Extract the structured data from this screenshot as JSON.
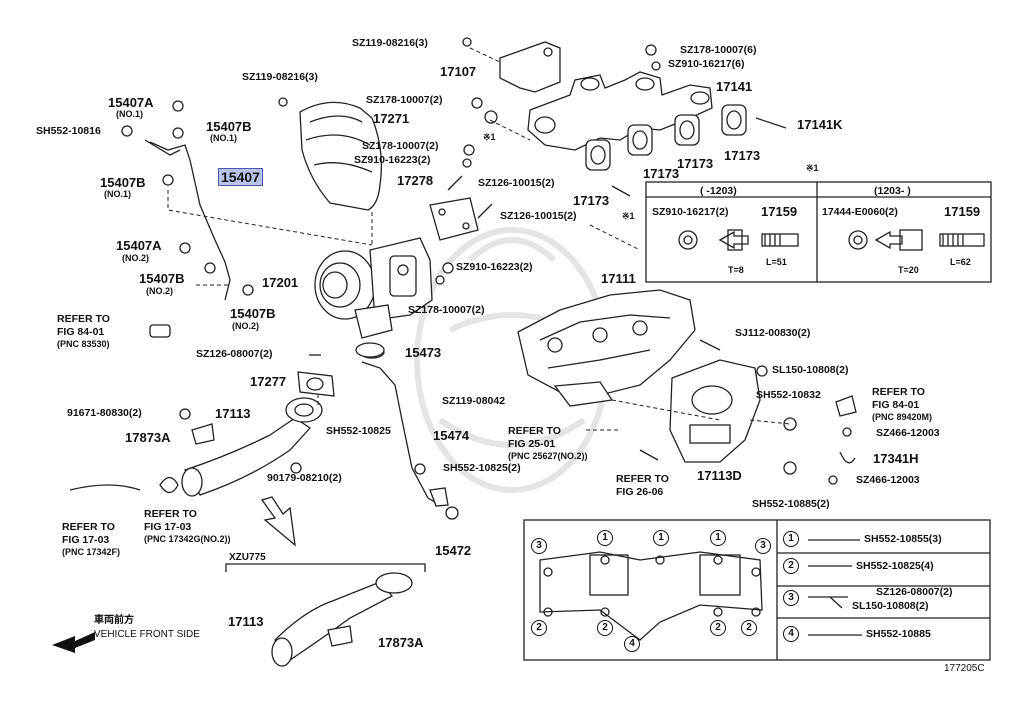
{
  "diagram_id": "177205C",
  "labels": {
    "sz119_08216_top": "SZ119-08216(3)",
    "p17107": "17107",
    "sz178_10007_6": "SZ178-10007(6)",
    "sz910_16217_6": "SZ910-16217(6)",
    "sz119_08216_left": "SZ119-08216(3)",
    "p17141": "17141",
    "p15407a_1": "15407A",
    "no1_a": "(NO.1)",
    "sz178_10007_2a": "SZ178-10007(2)",
    "p17271": "17271",
    "sh552_10816": "SH552-10816",
    "p15407b_1": "15407B",
    "no1_b": "(NO.1)",
    "p17141k": "17141K",
    "sz178_10007_2b": "SZ178-10007(2)",
    "sz910_16223_2a": "SZ910-16223(2)",
    "p17173_a": "17173",
    "p17173_b": "17173",
    "p15407_hl": "15407",
    "p15407b_2": "15407B",
    "no1_c": "(NO.1)",
    "p17278": "17278",
    "sz126_10015_2a": "SZ126-10015(2)",
    "p17173_c": "17173",
    "mark1_a": "※1",
    "mark1_b": "※1",
    "mark1_c": "※1",
    "sz126_10015_2b": "SZ126-10015(2)",
    "p15407a_2": "15407A",
    "no2_a": "(NO.2)",
    "p15407b_3": "15407B",
    "no2_b": "(NO.2)",
    "p17201": "17201",
    "sz910_16223_2b": "SZ910-16223(2)",
    "p15407b_4": "15407B",
    "no2_c": "(NO.2)",
    "sz178_10007_2c": "SZ178-10007(2)",
    "p17111": "17111",
    "sj112_00830": "SJ112-00830(2)",
    "sz126_08007": "SZ126-08007(2)",
    "p15473": "15473",
    "sl150_10808": "SL150-10808(2)",
    "p17277": "17277",
    "sz119_08042": "SZ119-08042",
    "sh552_10832": "SH552-10832",
    "p91671": "91671-80830(2)",
    "p17113_a": "17113",
    "sh552_10825": "SH552-10825",
    "p15474": "15474",
    "p17873a_a": "17873A",
    "sz466_12003_a": "SZ466-12003",
    "p17341h": "17341H",
    "sz466_12003_b": "SZ466-12003",
    "p90179": "90179-08210(2)",
    "sh552_10825_2": "SH552-10825(2)",
    "p17113d": "17113D",
    "sh552_10885_2": "SH552-10885(2)",
    "p15472": "15472",
    "xzu775": "XZU775",
    "p17113_b": "17113",
    "p17873a_b": "17873A",
    "jp_front": "車両前方",
    "vehicle_front": "VEHICLE FRONT SIDE"
  },
  "refers": {
    "r84_01_left": {
      "line1": "REFER TO",
      "line2": "FIG 84-01",
      "pnc": "(PNC 83530)"
    },
    "r84_01_right": {
      "line1": "REFER TO",
      "line2": "FIG 84-01",
      "pnc": "(PNC 89420M)"
    },
    "r25_01": {
      "line1": "REFER TO",
      "line2": "FIG 25-01",
      "pnc": "(PNC 25627(NO.2))"
    },
    "r26_06": {
      "line1": "REFER TO",
      "line2": "FIG 26-06",
      "pnc": ""
    },
    "r17_03_a": {
      "line1": "REFER TO",
      "line2": "FIG 17-03",
      "pnc": "(PNC 17342F)"
    },
    "r17_03_b": {
      "line1": "REFER TO",
      "line2": "FIG 17-03",
      "pnc": "(PNC 17342G(NO.2))"
    }
  },
  "variant_table": {
    "mark": "※1",
    "col1_header": "(      -1203)",
    "col2_header": "(1203-      )",
    "col1_gasket": "SZ910-16217(2)",
    "col1_stud": "17159",
    "col1_t": "T=8",
    "col1_l": "L=51",
    "col2_gasket": "17444-E0060(2)",
    "col2_stud": "17159",
    "col2_t": "T=20",
    "col2_l": "L=62"
  },
  "legend": {
    "items": [
      {
        "num": "1",
        "part": "SH552-10855(3)"
      },
      {
        "num": "2",
        "part": "SH552-10825(4)"
      },
      {
        "num": "3",
        "part": "SZ126-08007(2)",
        "part2": "SL150-10808(2)"
      },
      {
        "num": "4",
        "part": "SH552-10885"
      }
    ]
  },
  "colors": {
    "highlight_fill": "#b8c2ea",
    "highlight_border": "#4a57a8",
    "ink": "#222222"
  }
}
